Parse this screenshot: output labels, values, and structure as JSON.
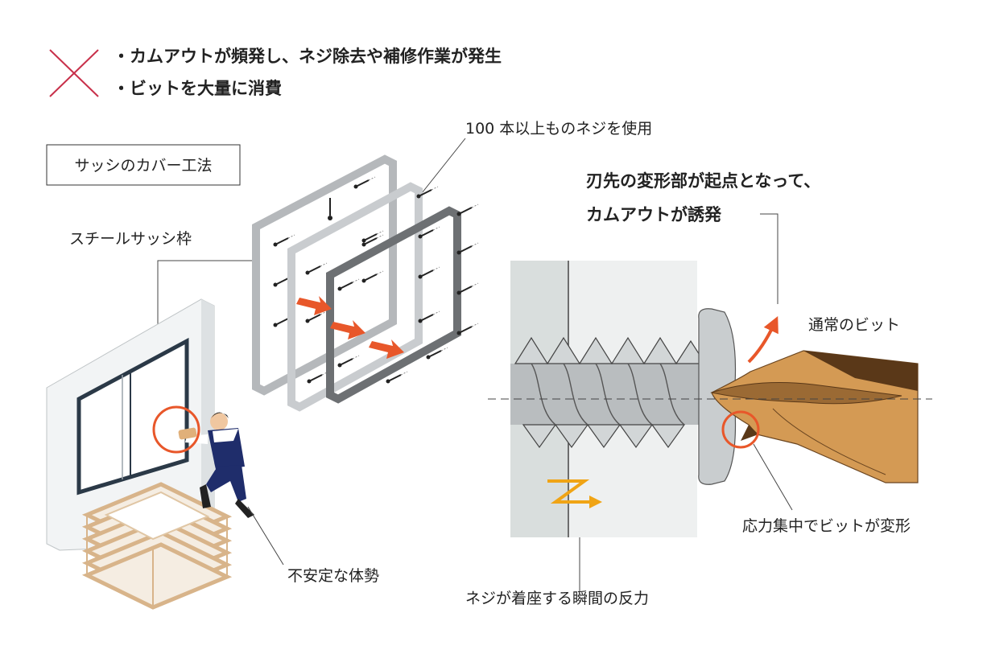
{
  "header": {
    "bullets": [
      "・カムアウトが頻発し、ネジ除去や補修作業が発生",
      "・ビットを大量に消費"
    ]
  },
  "labels": {
    "method_box": "サッシのカバー工法",
    "screw_count": "100 本以上ものネジを使用",
    "steel_frame": "スチールサッシ枠",
    "posture": "不安定な体勢",
    "camout_line1": "刃先の変形部が起点となって、",
    "camout_line2": "カムアウトが誘発",
    "normal_bit": "通常のビット",
    "bit_deform": "応力集中でビットが変形",
    "reaction": "ネジが着座する瞬間の反力"
  },
  "colors": {
    "cross": "#c8304a",
    "highlight": "#e8572a",
    "frame_light": "#b5b8bb",
    "frame_dark": "#6d7073",
    "wall_gray": "#d9dedd",
    "bit_tan": "#d49a54",
    "bit_dark": "#5a3818",
    "arrow_yellow": "#f0a415",
    "worker_navy": "#1f2d6b"
  },
  "icons": {
    "cross": "cross-mark-icon",
    "orange_arrow": "orange-arrow-icon",
    "red_arrow": "red-curved-arrow-icon",
    "zigzag": "reaction-zigzag-icon"
  }
}
